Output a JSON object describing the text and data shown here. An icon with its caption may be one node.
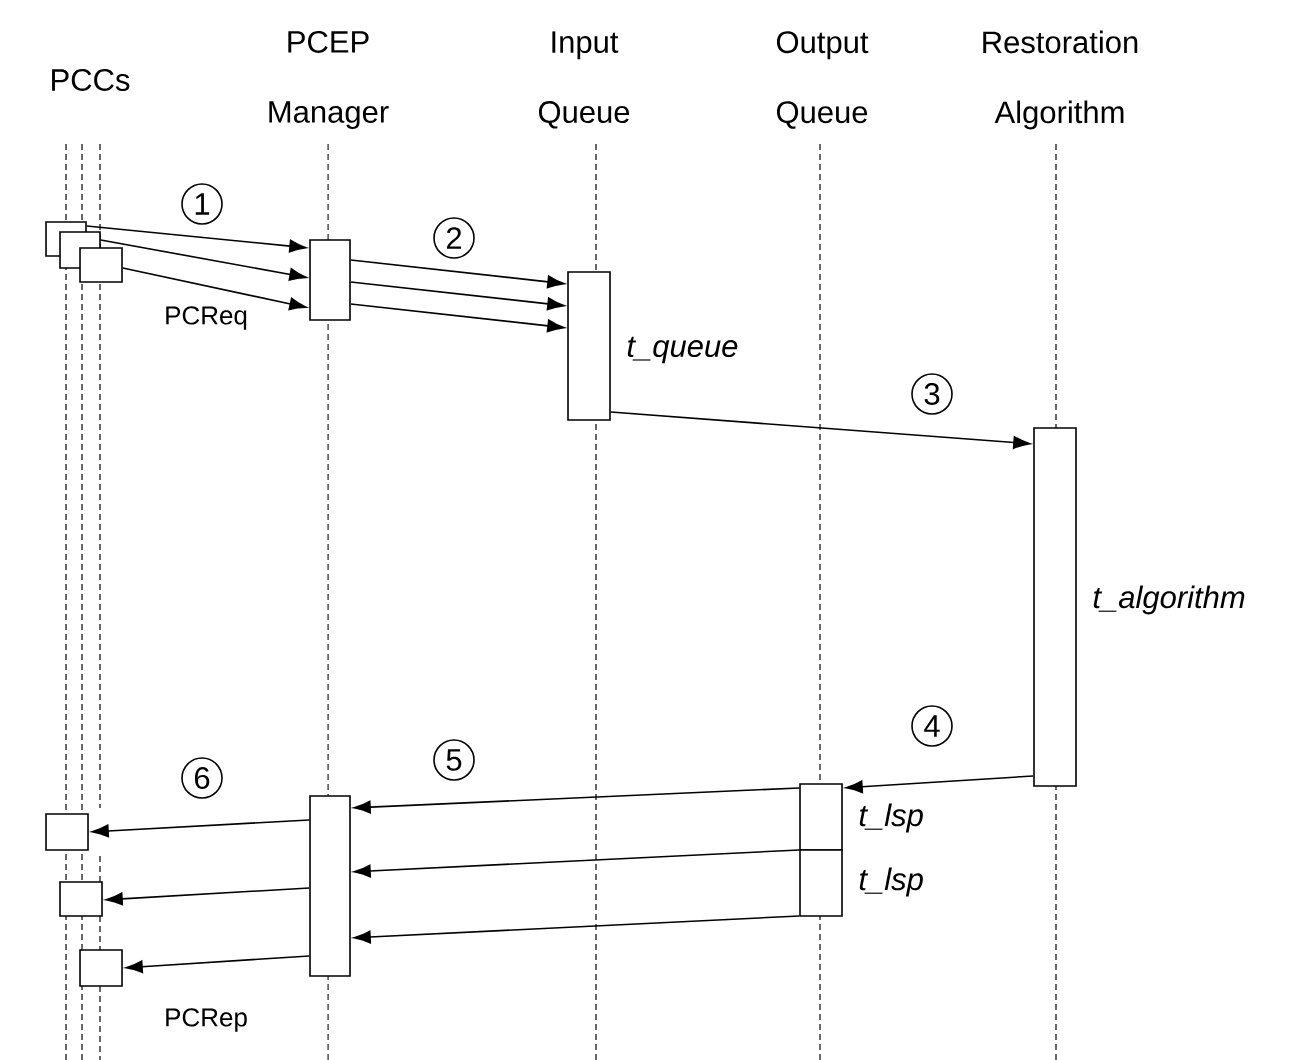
{
  "diagram": {
    "nodes": [
      {
        "text": [],
        "shape": "box"
      },
      {
        "text": [],
        "shape": "box"
      },
      {
        "text": [],
        "shape": "box"
      },
      {
        "text": [],
        "shape": "box"
      },
      {
        "text": [],
        "shape": "box",
        "beside": [
          "t_queue"
        ]
      },
      {
        "text": [],
        "shape": "box",
        "beside": [
          "t_algorithm"
        ]
      },
      {
        "text": [],
        "shape": "box",
        "beside": [
          "t_lsp"
        ]
      },
      {
        "text": [],
        "shape": "box",
        "beside": [
          "t_lsp"
        ]
      },
      {
        "text": [],
        "shape": "box"
      },
      {
        "text": [],
        "shape": "box"
      },
      {
        "text": [],
        "shape": "box"
      },
      {
        "text": [],
        "shape": "box"
      }
    ],
    "edges": [
      {
        "from": 0,
        "to": 3,
        "arrow": "to"
      },
      {
        "from": 1,
        "to": 3,
        "arrow": "to"
      },
      {
        "from": 2,
        "to": 3,
        "arrow": "to"
      },
      {
        "from": 3,
        "to": 4,
        "arrow": "to"
      },
      {
        "from": 3,
        "to": 4,
        "arrow": "to"
      },
      {
        "from": 3,
        "to": 4,
        "arrow": "to"
      },
      {
        "from": 4,
        "to": 5,
        "arrow": "to"
      },
      {
        "from": 5,
        "to": 6,
        "arrow": "to"
      },
      {
        "from": 6,
        "to": 8,
        "arrow": "to"
      },
      {
        "from": 7,
        "to": 8,
        "arrow": "to"
      },
      {
        "from": 7,
        "to": 8,
        "arrow": "to"
      },
      {
        "from": 8,
        "to": 9,
        "arrow": "to"
      },
      {
        "from": 8,
        "to": 10,
        "arrow": "to"
      },
      {
        "from": 8,
        "to": 11,
        "arrow": "to"
      }
    ],
    "labels": [
      "PCCs",
      "PCEP Manager",
      "Input Queue",
      "Output Queue",
      "Restoration Algorithm",
      "1",
      "2",
      "PCReq",
      "3",
      "4",
      "5",
      "6",
      "PCRep"
    ]
  }
}
